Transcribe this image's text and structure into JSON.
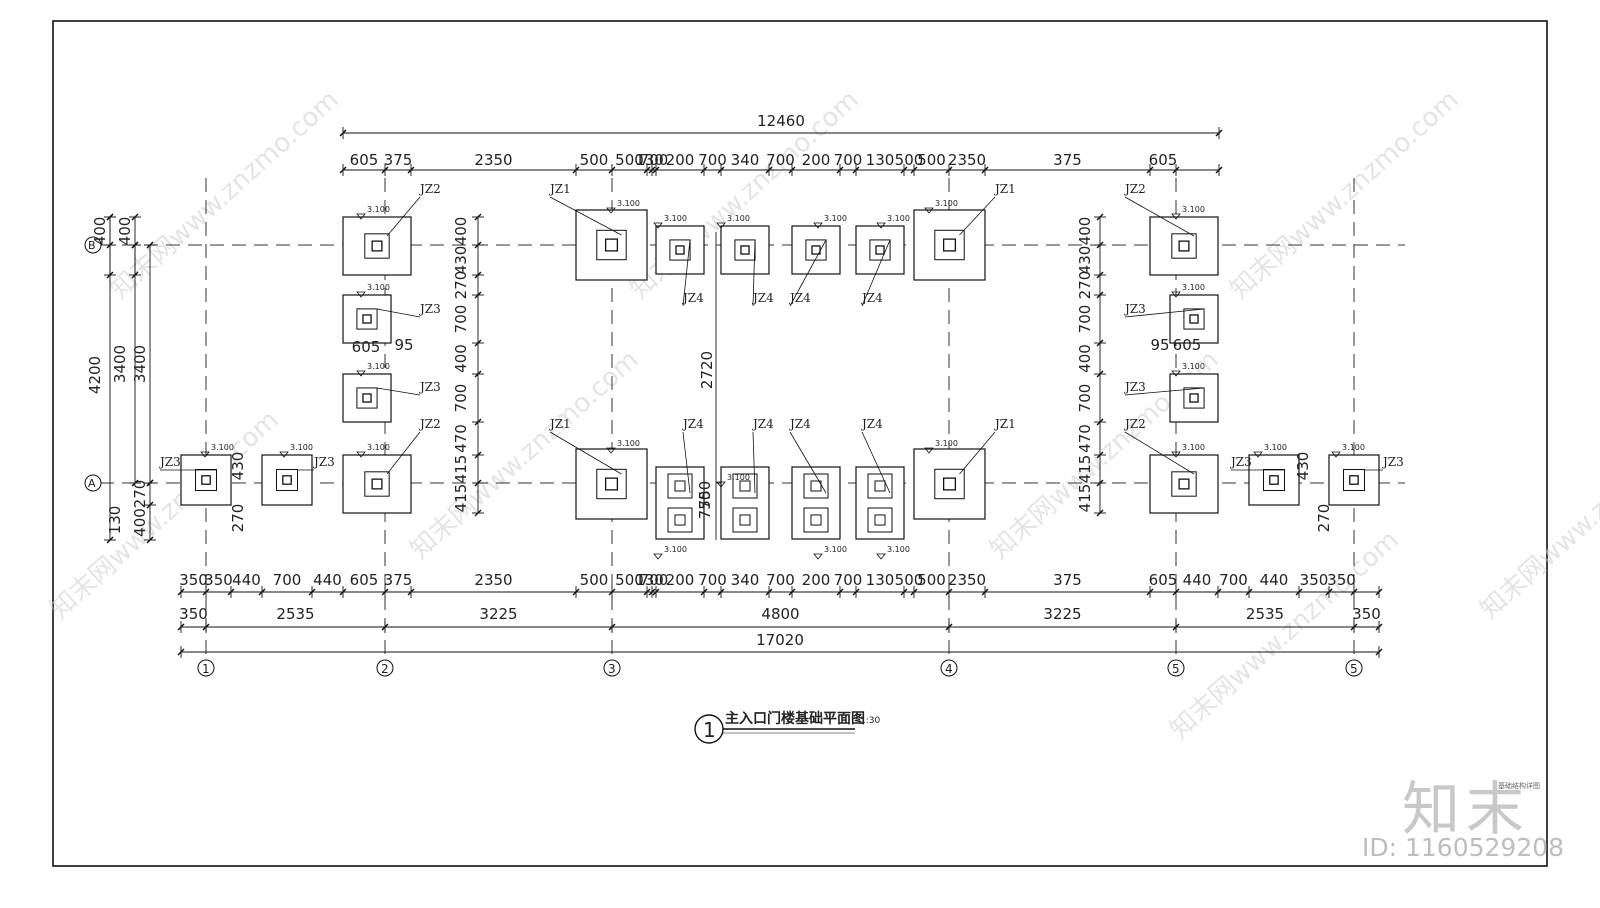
{
  "drawing": {
    "title": "主入口门楼基础平面图",
    "scale": "1:30",
    "detail_number": "1",
    "note": "基础结构详图"
  },
  "axes": {
    "vertical": [
      "1",
      "2",
      "3",
      "4",
      "5",
      "5"
    ],
    "horizontal": [
      "A",
      "B"
    ]
  },
  "footings": {
    "labels": [
      "JZ1",
      "JZ2",
      "JZ3",
      "JZ4"
    ],
    "elevation": "3.100"
  },
  "dimensions": {
    "top_overall": "12460",
    "top_segments": [
      "605",
      "375",
      "2350",
      "500",
      "500",
      "130",
      "700",
      "200",
      "700",
      "340",
      "700",
      "200",
      "700",
      "130",
      "500",
      "500",
      "2350",
      "375",
      "605"
    ],
    "bottom_segments": [
      "350",
      "350",
      "440",
      "700",
      "440",
      "605",
      "375",
      "2350",
      "500",
      "500",
      "130",
      "700",
      "200",
      "700",
      "340",
      "700",
      "200",
      "700",
      "130",
      "500",
      "500",
      "2350",
      "375",
      "605",
      "440",
      "700",
      "440",
      "350",
      "350"
    ],
    "bottom_axis_spans": [
      "350",
      "2535",
      "3225",
      "4800",
      "3225",
      "2535",
      "350"
    ],
    "bottom_overall": "17020",
    "left_chain": [
      "400",
      "400",
      "4200",
      "3400",
      "3400",
      "270",
      "400",
      "130"
    ],
    "inner_left": [
      "400",
      "430",
      "270",
      "700",
      "400",
      "700",
      "470",
      "415",
      "415"
    ],
    "inner_right": [
      "400",
      "430",
      "270",
      "700",
      "400",
      "700",
      "470",
      "415",
      "415"
    ],
    "misc": [
      "605",
      "95",
      "430",
      "270",
      "270",
      "430",
      "750",
      "750",
      "2720"
    ]
  },
  "watermark": {
    "site": "www.znzmo.com",
    "brand": "知末网",
    "logo": "知末",
    "id": "ID: 1160529208"
  }
}
